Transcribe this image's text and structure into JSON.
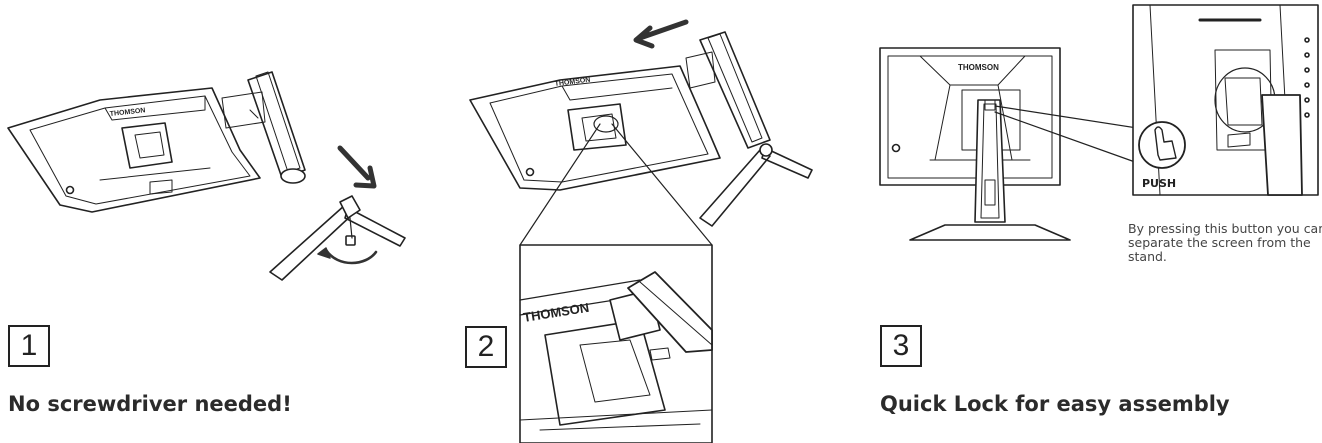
{
  "brand": "THOMSON",
  "steps": [
    {
      "number": "1",
      "caption": "No screwdriver needed!"
    },
    {
      "number": "2",
      "caption": ""
    },
    {
      "number": "3",
      "caption": "Quick Lock for easy assembly"
    }
  ],
  "step3": {
    "push_label": "PUSH",
    "note": "By pressing this button you can separate the screen from the stand."
  },
  "colors": {
    "line": "#222222",
    "gray": "#8a8a8a",
    "arrow": "#333333"
  },
  "icons": [
    "arrow-down-icon",
    "arrow-left-icon",
    "rotate-arrow-icon",
    "hand-push-icon"
  ]
}
